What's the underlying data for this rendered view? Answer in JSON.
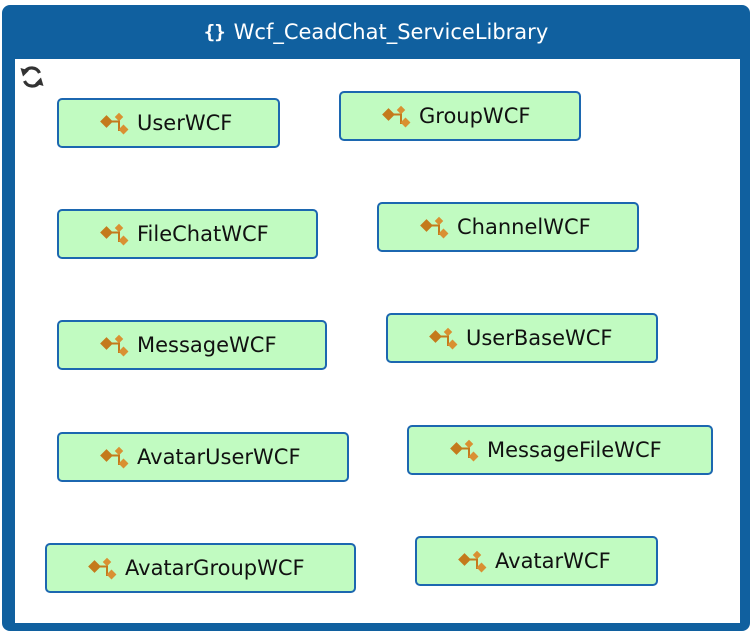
{
  "diagram": {
    "title": "Wcf_CeadChat_ServiceLibrary",
    "title_icon": "namespace-braces-icon",
    "group_action_icon": "refresh-icon",
    "colors": {
      "frame": "#10609f",
      "node_fill": "#c1fbc1",
      "node_border": "#1c67b0",
      "class_icon": "#c47a1c"
    },
    "nodes": [
      {
        "label": "UserWCF",
        "icon": "service-class-icon"
      },
      {
        "label": "GroupWCF",
        "icon": "service-class-icon"
      },
      {
        "label": "FileChatWCF",
        "icon": "service-class-icon"
      },
      {
        "label": "ChannelWCF",
        "icon": "service-class-icon"
      },
      {
        "label": "MessageWCF",
        "icon": "service-class-icon"
      },
      {
        "label": "UserBaseWCF",
        "icon": "service-class-icon"
      },
      {
        "label": "AvatarUserWCF",
        "icon": "service-class-icon"
      },
      {
        "label": "MessageFileWCF",
        "icon": "service-class-icon"
      },
      {
        "label": "AvatarGroupWCF",
        "icon": "service-class-icon"
      },
      {
        "label": "AvatarWCF",
        "icon": "service-class-icon"
      }
    ]
  }
}
